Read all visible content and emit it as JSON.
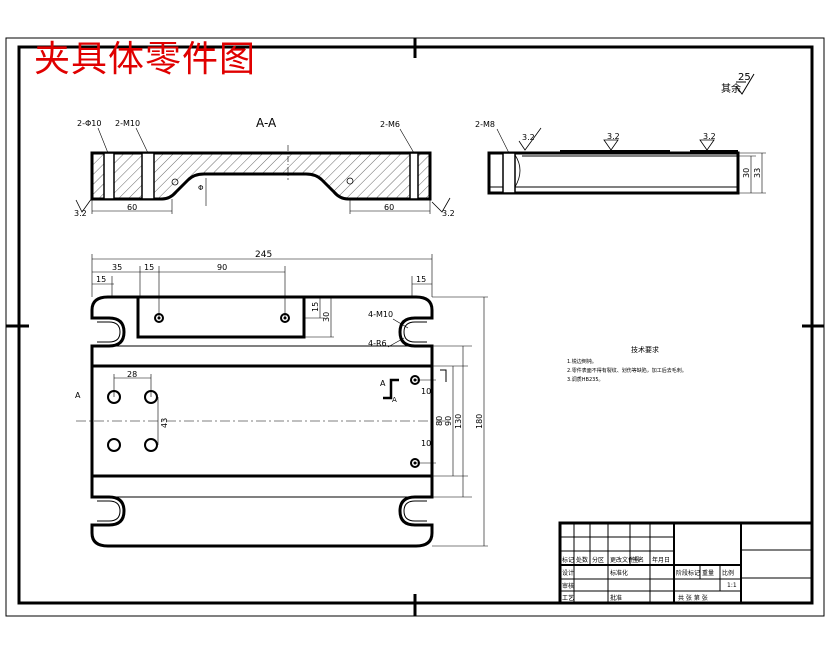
{
  "title": "夹具体零件图",
  "colors": {
    "title_red": "#e00000",
    "line": "#000000",
    "hatch": "#444444",
    "paper": "#ffffff"
  },
  "section_label": "A-A",
  "roughness": {
    "general": "25",
    "general_prefix": "其余",
    "surface_3_2": "3.2",
    "bottom_3_2": "3.2"
  },
  "callouts": {
    "section_left_hole": "2-Φ10",
    "section_mid_hole": "2-M10",
    "section_right_hole": "2-M6",
    "side_view_hole": "2-M8",
    "plan_tapped_holes": "4-M10",
    "plan_slot_radius": "4-R6",
    "section_cut_letter": "A"
  },
  "dimensions": {
    "section_left_len": "60",
    "section_right_len": "60",
    "section_small": "Φ",
    "side_h30": "30",
    "side_h33": "33",
    "overall_width": "245",
    "d35": "35",
    "d15a": "15",
    "d90": "90",
    "d15b": "15",
    "d15c": "15",
    "d15d": "15",
    "d30": "30",
    "d28": "28",
    "d43": "43",
    "d10a": "10",
    "d10b": "10",
    "d80": "80",
    "d90v": "90",
    "d130": "130",
    "d180": "180"
  },
  "notes": {
    "heading": "技术要求",
    "line1": "1.锐边倒钝。",
    "line2": "2.零件表面不得有裂纹、划伤等缺陷，加工后去毛刺。",
    "line3": "3.调质HB235。"
  },
  "title_block": {
    "labels_row1": [
      "标记",
      "处数",
      "分区",
      "更改文件号",
      "签名",
      "年月日"
    ],
    "design": "设计",
    "standardize": "标准化",
    "review": "审核",
    "process": "工艺",
    "approve": "批准",
    "stage_mark": "阶段标记",
    "weight": "重量",
    "scale": "比例",
    "scale_value": "1:1",
    "sheets": "共  张  第  张"
  }
}
